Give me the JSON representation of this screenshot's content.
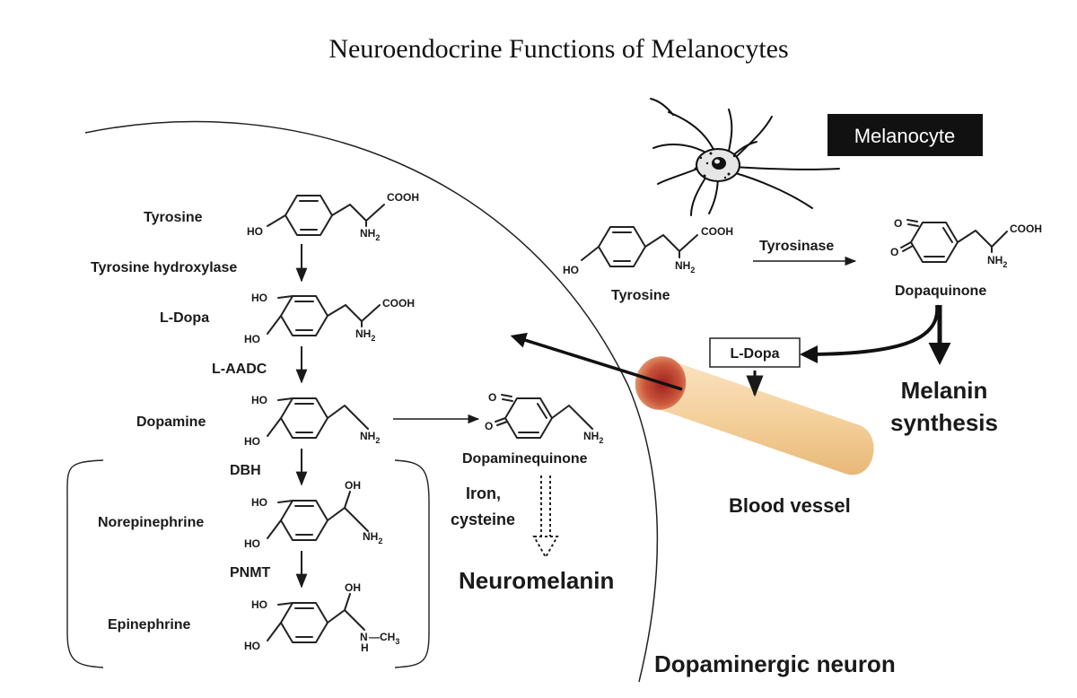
{
  "title": "Neuroendocrine Functions of Melanocytes",
  "cell_labels": {
    "melanocyte": "Melanocyte",
    "neuron": "Dopaminergic neuron",
    "vessel": "Blood vessel"
  },
  "pathway": {
    "tyrosine": "Tyrosine",
    "tyrosine_hydroxylase": "Tyrosine hydroxylase",
    "l_dopa": "L-Dopa",
    "l_aadc": "L-AADC",
    "dopamine": "Dopamine",
    "dbh": "DBH",
    "norepinephrine": "Norepinephrine",
    "pnmt": "PNMT",
    "epinephrine": "Epinephrine"
  },
  "side_path": {
    "dopaminequinone": "Dopaminequinone",
    "iron": "Iron,",
    "cysteine": "cysteine",
    "neuromelanin": "Neuromelanin"
  },
  "melanocyte_path": {
    "tyrosine": "Tyrosine",
    "tyrosinase": "Tyrosinase",
    "dopaquinone": "Dopaquinone",
    "l_dopa_box": "L-Dopa",
    "melanin_line1": "Melanin",
    "melanin_line2": "synthesis"
  },
  "groups": {
    "ho": "HO",
    "cooh": "COOH",
    "cooh_cut": "COOH",
    "nh2_n": "NH",
    "nh2_sub": "2",
    "oh": "OH",
    "o": "O",
    "n": "N",
    "h": "H",
    "ch3_c": "—CH",
    "ch3_sub": "3"
  }
}
